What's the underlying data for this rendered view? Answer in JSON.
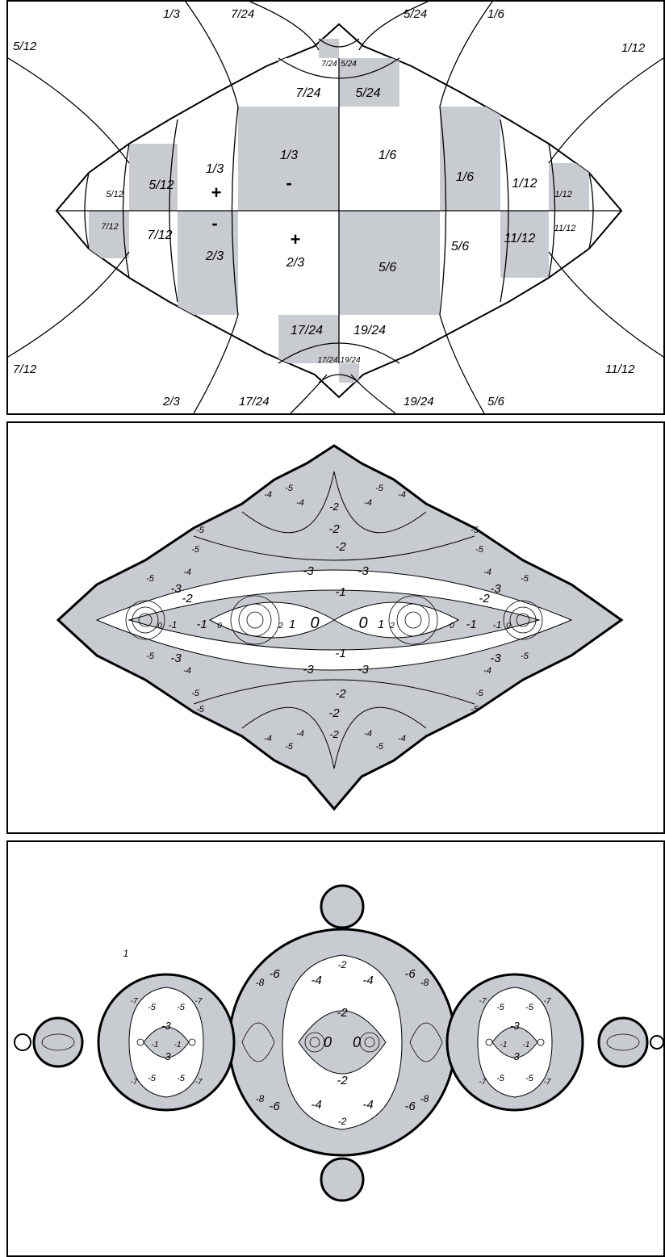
{
  "colors": {
    "shade": "#c8cbd0",
    "line": "#000000",
    "background": "#ffffff"
  },
  "panel1": {
    "outer_rays": [
      "1/3",
      "7/24",
      "5/24",
      "1/6",
      "5/12",
      "1/12",
      "7/12",
      "11/12",
      "2/3",
      "17/24",
      "19/24",
      "5/6"
    ],
    "regions": [
      "1/3",
      "1/6",
      "5/12",
      "1/3",
      "1/6",
      "1/12",
      "1/12",
      "5/12",
      "7/12",
      "7/12",
      "2/3",
      "2/3",
      "5/6",
      "5/6",
      "11/12",
      "11/12",
      "7/24",
      "5/24",
      "7/24",
      "5/24",
      "17/24",
      "19/24",
      "17/24",
      "19/24"
    ],
    "signs": [
      "+",
      "-",
      "-",
      "+"
    ]
  },
  "panel2": {
    "labels": [
      "-1",
      "-1",
      "-2",
      "-2",
      "0",
      "0",
      "1",
      "2",
      "1",
      "2",
      "0",
      "0",
      "-1",
      "-1",
      "-2",
      "-2",
      "-1",
      "-1",
      "0",
      "0",
      "-3",
      "-3",
      "-3",
      "-3",
      "-2",
      "-2",
      "-3",
      "-3",
      "-3",
      "-3",
      "-4",
      "-4",
      "-4",
      "-4",
      "-5",
      "-5",
      "-5",
      "-5",
      "-2",
      "-2",
      "-4",
      "-5",
      "-5",
      "-4",
      "-4",
      "-5",
      "-4",
      "-5",
      "-5",
      "-5",
      "-5",
      "-5",
      "-4",
      "-4",
      "-4",
      "-4",
      "-5",
      "-5",
      "-5",
      "-5"
    ]
  },
  "panel3": {
    "labels": [
      "-2",
      "-2",
      "0",
      "0",
      "-4",
      "-4",
      "-4",
      "-4",
      "-6",
      "-6",
      "-6",
      "-6",
      "-8",
      "-8",
      "-8",
      "-8",
      "-2",
      "-2",
      "-3",
      "-3",
      "-1",
      "-1",
      "-5",
      "-5",
      "-5",
      "-5",
      "-7",
      "-7",
      "-7",
      "-7",
      "-3",
      "-3",
      "-1",
      "-1",
      "-5",
      "-5",
      "-5",
      "-5",
      "-7",
      "-7",
      "-7",
      "-7",
      "1"
    ]
  }
}
